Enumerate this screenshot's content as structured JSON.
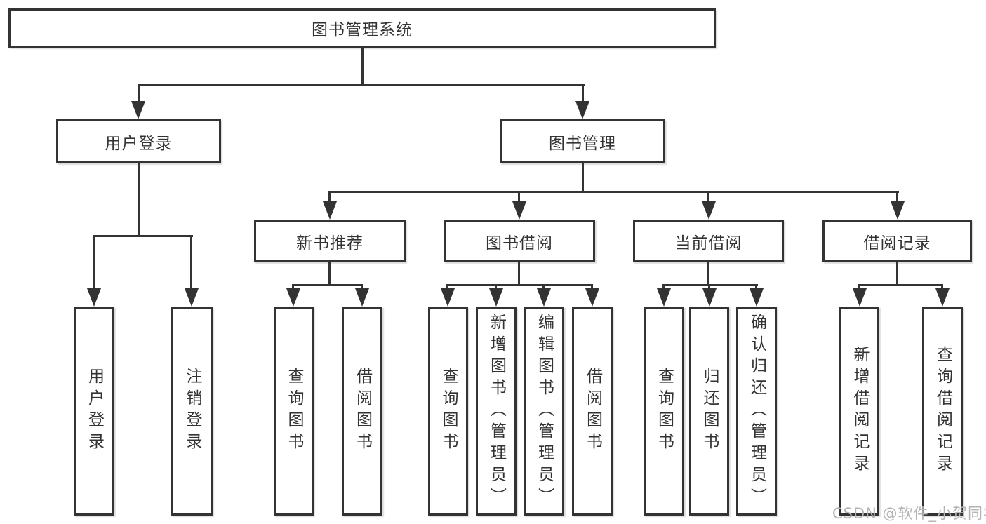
{
  "title": "图书管理系统",
  "level2": {
    "user_login": "用户登录",
    "book_mgmt": "图书管理"
  },
  "level3": {
    "new_book": "新书推荐",
    "book_borrow": "图书借阅",
    "current_borrow": "当前借阅",
    "borrow_record": "借阅记录"
  },
  "leaves": {
    "user_login": [
      "用户登录",
      "注销登录"
    ],
    "new_book": [
      "查询图书",
      "借阅图书"
    ],
    "book_borrow": [
      "查询图书",
      "新增图书（管理员）",
      "编辑图书（管理员）",
      "借阅图书"
    ],
    "current_borrow": [
      "查询图书",
      "归还图书",
      "确认归还（管理员）"
    ],
    "borrow_record": [
      "新增借阅记录",
      "查询借阅记录"
    ]
  },
  "watermark": "CSDN @软件_小贺同学",
  "colors": {
    "line": "#333333",
    "text": "#333333",
    "background": "#ffffff",
    "watermark": "#b4b4b4"
  }
}
